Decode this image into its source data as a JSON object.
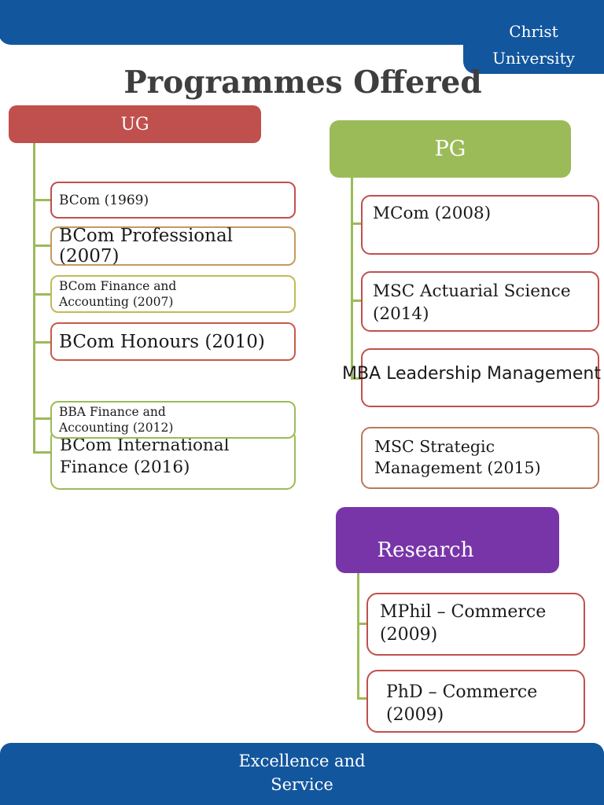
{
  "banner": {
    "university_line1": "Christ",
    "university_line2": "University"
  },
  "title": "Programmes Offered",
  "footer": {
    "line1": "Excellence and",
    "line2": "Service"
  },
  "colors": {
    "banner_blue": "#12569E",
    "title_gray": "#3E3E3E",
    "ug_header_red": "#C0504D",
    "pg_header_green": "#9BBB59",
    "research_header_purple": "#7835A8",
    "connector_green": "#9BBB59"
  },
  "groups": {
    "ug": {
      "label": "UG",
      "items": [
        {
          "label": "BCom (1969)",
          "border": "#C0504D"
        },
        {
          "label": "BCom Professional (2007)",
          "border": "#C49A5E"
        },
        {
          "label": "BCom Finance and Accounting (2007)",
          "border": "#C0BB58"
        },
        {
          "label": "BCom Honours (2010)",
          "border": "#C75B48"
        },
        {
          "label": "BBA  Finance and Accounting (2012)",
          "border": "#9BBB59"
        },
        {
          "label": "BCom International Finance (2016)",
          "border": "#9BBB59"
        }
      ]
    },
    "pg": {
      "label": "PG",
      "items": [
        {
          "label": "MCom (2008)",
          "border": "#C0504D"
        },
        {
          "label": "MSC Actuarial Science (2014)",
          "border": "#C0504D"
        },
        {
          "label": "MBA Leadership Management",
          "border": "#C0504D"
        },
        {
          "label": "MSC Strategic Management (2015)",
          "border": "#B87B58"
        }
      ]
    },
    "research": {
      "label": "Research",
      "items": [
        {
          "label": "MPhil – Commerce (2009)",
          "border": "#C0504D"
        },
        {
          "label": "PhD – Commerce (2009)",
          "border": "#C0504D"
        }
      ]
    }
  }
}
